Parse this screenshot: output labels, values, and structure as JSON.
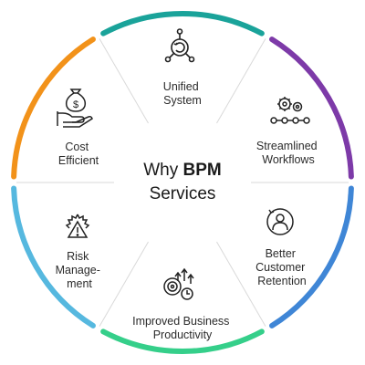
{
  "center": {
    "line1_prefix": "Why ",
    "line1_bold": "BPM",
    "line2": "Services"
  },
  "segments": [
    {
      "id": "unified-system",
      "label_lines": [
        "Unified",
        "System"
      ],
      "color": "#1aa39a",
      "icon": "cycle-network-icon"
    },
    {
      "id": "streamlined-workflows",
      "label_lines": [
        "Streamlined",
        "Workflows"
      ],
      "color": "#7d3aa8",
      "icon": "gear-workflow-icon"
    },
    {
      "id": "better-customer-retention",
      "label_lines": [
        "Better",
        "Customer",
        "Retention"
      ],
      "color": "#3f86d6",
      "icon": "customer-retention-icon"
    },
    {
      "id": "improved-business-productivity",
      "label_lines": [
        "Improved Business",
        "Productivity"
      ],
      "color": "#35cf8a",
      "icon": "productivity-icon"
    },
    {
      "id": "risk-management",
      "label_lines": [
        "Risk",
        "Manage-",
        "ment"
      ],
      "color": "#56b8df",
      "icon": "risk-warning-icon"
    },
    {
      "id": "cost-efficient",
      "label_lines": [
        "Cost",
        "Efficient"
      ],
      "color": "#f2921a",
      "icon": "money-hand-icon"
    }
  ]
}
